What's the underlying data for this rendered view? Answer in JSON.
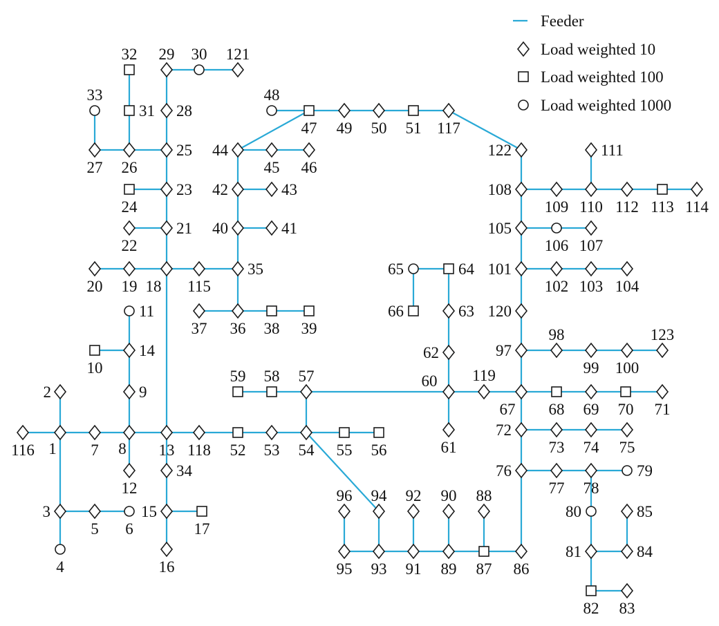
{
  "legend": {
    "feeder": "Feeder",
    "load10": "Load weighted 10",
    "load100": "Load weighted 100",
    "load1000": "Load weighted 1000"
  },
  "colors": {
    "feeder": "#29a9d6",
    "symbol": "#1a1a1a"
  },
  "node_types": {
    "diamond": "Load weighted 10",
    "square": "Load weighted 100",
    "circle": "Load weighted 1000"
  },
  "nodes": [
    {
      "id": "1",
      "type": "diamond"
    },
    {
      "id": "2",
      "type": "diamond"
    },
    {
      "id": "3",
      "type": "diamond"
    },
    {
      "id": "4",
      "type": "circle"
    },
    {
      "id": "5",
      "type": "diamond"
    },
    {
      "id": "6",
      "type": "circle"
    },
    {
      "id": "7",
      "type": "diamond"
    },
    {
      "id": "8",
      "type": "diamond"
    },
    {
      "id": "9",
      "type": "diamond"
    },
    {
      "id": "10",
      "type": "square"
    },
    {
      "id": "11",
      "type": "circle"
    },
    {
      "id": "12",
      "type": "diamond"
    },
    {
      "id": "13",
      "type": "diamond"
    },
    {
      "id": "14",
      "type": "diamond"
    },
    {
      "id": "15",
      "type": "diamond"
    },
    {
      "id": "16",
      "type": "diamond"
    },
    {
      "id": "17",
      "type": "square"
    },
    {
      "id": "18",
      "type": "diamond"
    },
    {
      "id": "19",
      "type": "diamond"
    },
    {
      "id": "20",
      "type": "diamond"
    },
    {
      "id": "21",
      "type": "diamond"
    },
    {
      "id": "22",
      "type": "diamond"
    },
    {
      "id": "23",
      "type": "diamond"
    },
    {
      "id": "24",
      "type": "square"
    },
    {
      "id": "25",
      "type": "diamond"
    },
    {
      "id": "26",
      "type": "diamond"
    },
    {
      "id": "27",
      "type": "diamond"
    },
    {
      "id": "28",
      "type": "diamond"
    },
    {
      "id": "29",
      "type": "diamond"
    },
    {
      "id": "30",
      "type": "circle"
    },
    {
      "id": "31",
      "type": "square"
    },
    {
      "id": "32",
      "type": "square"
    },
    {
      "id": "33",
      "type": "circle"
    },
    {
      "id": "34",
      "type": "diamond"
    },
    {
      "id": "35",
      "type": "diamond"
    },
    {
      "id": "36",
      "type": "diamond"
    },
    {
      "id": "37",
      "type": "diamond"
    },
    {
      "id": "38",
      "type": "square"
    },
    {
      "id": "39",
      "type": "square"
    },
    {
      "id": "40",
      "type": "diamond"
    },
    {
      "id": "41",
      "type": "diamond"
    },
    {
      "id": "42",
      "type": "diamond"
    },
    {
      "id": "43",
      "type": "diamond"
    },
    {
      "id": "44",
      "type": "diamond"
    },
    {
      "id": "45",
      "type": "diamond"
    },
    {
      "id": "46",
      "type": "diamond"
    },
    {
      "id": "47",
      "type": "square"
    },
    {
      "id": "48",
      "type": "circle"
    },
    {
      "id": "49",
      "type": "diamond"
    },
    {
      "id": "50",
      "type": "diamond"
    },
    {
      "id": "51",
      "type": "square"
    },
    {
      "id": "52",
      "type": "square"
    },
    {
      "id": "53",
      "type": "diamond"
    },
    {
      "id": "54",
      "type": "diamond"
    },
    {
      "id": "55",
      "type": "square"
    },
    {
      "id": "56",
      "type": "square"
    },
    {
      "id": "57",
      "type": "diamond"
    },
    {
      "id": "58",
      "type": "square"
    },
    {
      "id": "59",
      "type": "square"
    },
    {
      "id": "60",
      "type": "diamond"
    },
    {
      "id": "61",
      "type": "diamond"
    },
    {
      "id": "62",
      "type": "diamond"
    },
    {
      "id": "63",
      "type": "diamond"
    },
    {
      "id": "64",
      "type": "square"
    },
    {
      "id": "65",
      "type": "circle"
    },
    {
      "id": "66",
      "type": "square"
    },
    {
      "id": "67",
      "type": "diamond"
    },
    {
      "id": "68",
      "type": "square"
    },
    {
      "id": "69",
      "type": "diamond"
    },
    {
      "id": "70",
      "type": "square"
    },
    {
      "id": "71",
      "type": "diamond"
    },
    {
      "id": "72",
      "type": "diamond"
    },
    {
      "id": "73",
      "type": "diamond"
    },
    {
      "id": "74",
      "type": "diamond"
    },
    {
      "id": "75",
      "type": "diamond"
    },
    {
      "id": "76",
      "type": "diamond"
    },
    {
      "id": "77",
      "type": "diamond"
    },
    {
      "id": "78",
      "type": "diamond"
    },
    {
      "id": "79",
      "type": "circle"
    },
    {
      "id": "80",
      "type": "circle"
    },
    {
      "id": "81",
      "type": "diamond"
    },
    {
      "id": "82",
      "type": "square"
    },
    {
      "id": "83",
      "type": "diamond"
    },
    {
      "id": "84",
      "type": "diamond"
    },
    {
      "id": "85",
      "type": "diamond"
    },
    {
      "id": "86",
      "type": "diamond"
    },
    {
      "id": "87",
      "type": "square"
    },
    {
      "id": "88",
      "type": "diamond"
    },
    {
      "id": "89",
      "type": "diamond"
    },
    {
      "id": "90",
      "type": "diamond"
    },
    {
      "id": "91",
      "type": "diamond"
    },
    {
      "id": "92",
      "type": "diamond"
    },
    {
      "id": "93",
      "type": "diamond"
    },
    {
      "id": "94",
      "type": "diamond"
    },
    {
      "id": "95",
      "type": "diamond"
    },
    {
      "id": "96",
      "type": "diamond"
    },
    {
      "id": "97",
      "type": "diamond"
    },
    {
      "id": "98",
      "type": "diamond"
    },
    {
      "id": "99",
      "type": "diamond"
    },
    {
      "id": "100",
      "type": "diamond"
    },
    {
      "id": "101",
      "type": "diamond"
    },
    {
      "id": "102",
      "type": "diamond"
    },
    {
      "id": "103",
      "type": "diamond"
    },
    {
      "id": "104",
      "type": "diamond"
    },
    {
      "id": "105",
      "type": "diamond"
    },
    {
      "id": "106",
      "type": "circle"
    },
    {
      "id": "107",
      "type": "diamond"
    },
    {
      "id": "108",
      "type": "diamond"
    },
    {
      "id": "109",
      "type": "diamond"
    },
    {
      "id": "110",
      "type": "diamond"
    },
    {
      "id": "111",
      "type": "diamond"
    },
    {
      "id": "112",
      "type": "diamond"
    },
    {
      "id": "113",
      "type": "square"
    },
    {
      "id": "114",
      "type": "diamond"
    },
    {
      "id": "115",
      "type": "diamond"
    },
    {
      "id": "116",
      "type": "diamond"
    },
    {
      "id": "117",
      "type": "diamond"
    },
    {
      "id": "118",
      "type": "diamond"
    },
    {
      "id": "119",
      "type": "diamond"
    },
    {
      "id": "120",
      "type": "diamond"
    },
    {
      "id": "121",
      "type": "diamond"
    },
    {
      "id": "122",
      "type": "diamond"
    },
    {
      "id": "123",
      "type": "diamond"
    }
  ],
  "edges": [
    [
      "116",
      "1"
    ],
    [
      "1",
      "2"
    ],
    [
      "1",
      "7"
    ],
    [
      "7",
      "8"
    ],
    [
      "8",
      "13"
    ],
    [
      "13",
      "118"
    ],
    [
      "118",
      "52"
    ],
    [
      "52",
      "53"
    ],
    [
      "53",
      "54"
    ],
    [
      "54",
      "55"
    ],
    [
      "55",
      "56"
    ],
    [
      "1",
      "3"
    ],
    [
      "3",
      "4"
    ],
    [
      "3",
      "5"
    ],
    [
      "5",
      "6"
    ],
    [
      "8",
      "12"
    ],
    [
      "8",
      "9"
    ],
    [
      "9",
      "14"
    ],
    [
      "14",
      "10"
    ],
    [
      "14",
      "11"
    ],
    [
      "13",
      "34"
    ],
    [
      "34",
      "15"
    ],
    [
      "15",
      "16"
    ],
    [
      "15",
      "17"
    ],
    [
      "13",
      "18"
    ],
    [
      "18",
      "19"
    ],
    [
      "19",
      "20"
    ],
    [
      "18",
      "115"
    ],
    [
      "115",
      "35"
    ],
    [
      "18",
      "21"
    ],
    [
      "21",
      "22"
    ],
    [
      "21",
      "23"
    ],
    [
      "23",
      "24"
    ],
    [
      "23",
      "25"
    ],
    [
      "25",
      "26"
    ],
    [
      "26",
      "27"
    ],
    [
      "27",
      "33"
    ],
    [
      "26",
      "31"
    ],
    [
      "31",
      "32"
    ],
    [
      "25",
      "28"
    ],
    [
      "28",
      "29"
    ],
    [
      "29",
      "30"
    ],
    [
      "30",
      "121"
    ],
    [
      "35",
      "36"
    ],
    [
      "36",
      "37"
    ],
    [
      "36",
      "38"
    ],
    [
      "38",
      "39"
    ],
    [
      "35",
      "40"
    ],
    [
      "40",
      "41"
    ],
    [
      "40",
      "42"
    ],
    [
      "42",
      "43"
    ],
    [
      "42",
      "44"
    ],
    [
      "44",
      "45"
    ],
    [
      "45",
      "46"
    ],
    [
      "44",
      "47"
    ],
    [
      "48",
      "47"
    ],
    [
      "47",
      "49"
    ],
    [
      "49",
      "50"
    ],
    [
      "50",
      "51"
    ],
    [
      "51",
      "117"
    ],
    [
      "117",
      "122"
    ],
    [
      "54",
      "57"
    ],
    [
      "57",
      "58"
    ],
    [
      "58",
      "59"
    ],
    [
      "57",
      "60"
    ],
    [
      "60",
      "61"
    ],
    [
      "60",
      "62"
    ],
    [
      "62",
      "63"
    ],
    [
      "63",
      "64"
    ],
    [
      "64",
      "65"
    ],
    [
      "65",
      "66"
    ],
    [
      "60",
      "119"
    ],
    [
      "119",
      "67"
    ],
    [
      "67",
      "68"
    ],
    [
      "68",
      "69"
    ],
    [
      "69",
      "70"
    ],
    [
      "70",
      "71"
    ],
    [
      "67",
      "97"
    ],
    [
      "97",
      "98"
    ],
    [
      "98",
      "99"
    ],
    [
      "99",
      "100"
    ],
    [
      "100",
      "123"
    ],
    [
      "97",
      "120"
    ],
    [
      "120",
      "101"
    ],
    [
      "101",
      "102"
    ],
    [
      "102",
      "103"
    ],
    [
      "103",
      "104"
    ],
    [
      "101",
      "105"
    ],
    [
      "105",
      "106"
    ],
    [
      "106",
      "107"
    ],
    [
      "105",
      "108"
    ],
    [
      "108",
      "109"
    ],
    [
      "109",
      "110"
    ],
    [
      "110",
      "111"
    ],
    [
      "110",
      "112"
    ],
    [
      "112",
      "113"
    ],
    [
      "113",
      "114"
    ],
    [
      "108",
      "122"
    ],
    [
      "67",
      "72"
    ],
    [
      "72",
      "73"
    ],
    [
      "73",
      "74"
    ],
    [
      "74",
      "75"
    ],
    [
      "72",
      "76"
    ],
    [
      "76",
      "77"
    ],
    [
      "77",
      "78"
    ],
    [
      "78",
      "79"
    ],
    [
      "78",
      "80"
    ],
    [
      "80",
      "81"
    ],
    [
      "81",
      "84"
    ],
    [
      "84",
      "85"
    ],
    [
      "81",
      "82"
    ],
    [
      "82",
      "83"
    ],
    [
      "76",
      "86"
    ],
    [
      "86",
      "87"
    ],
    [
      "87",
      "88"
    ],
    [
      "87",
      "89"
    ],
    [
      "89",
      "90"
    ],
    [
      "89",
      "91"
    ],
    [
      "91",
      "92"
    ],
    [
      "91",
      "93"
    ],
    [
      "93",
      "94"
    ],
    [
      "93",
      "95"
    ],
    [
      "95",
      "96"
    ],
    [
      "54",
      "94"
    ]
  ]
}
